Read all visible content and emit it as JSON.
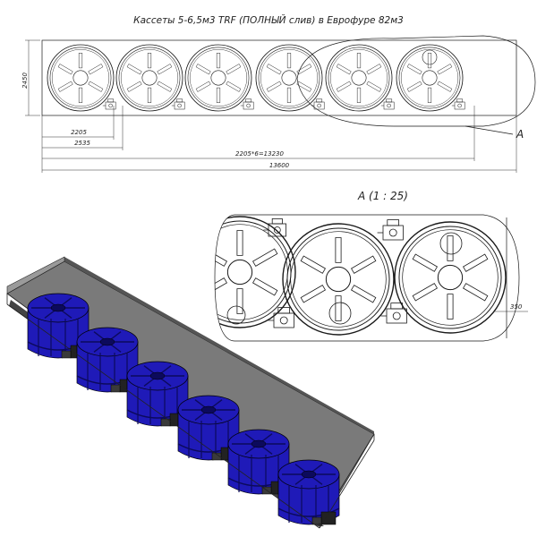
{
  "title": "Кассеты 5-6,5м3 TRF (ПОЛНЫЙ слив) в Еврофуре 82м3",
  "detail_label": "A (1 : 25)",
  "callout_letter": "A",
  "dimensions": {
    "height": "2450",
    "pitch": "2205",
    "first_offset": "2535",
    "total_formula": "2205*6=13230",
    "overall": "13600",
    "wall_gap": "350"
  },
  "cassette_count": 6,
  "colors": {
    "tank_blue": "#1f1ab8",
    "tank_dark": "#0c0a5c",
    "container_wall": "#8a8a8a",
    "container_floor": "#6e6e6e",
    "line": "#1a1a1a"
  },
  "icons": [
    "tank-icon",
    "valve-icon",
    "wheel-spoke-icon"
  ]
}
